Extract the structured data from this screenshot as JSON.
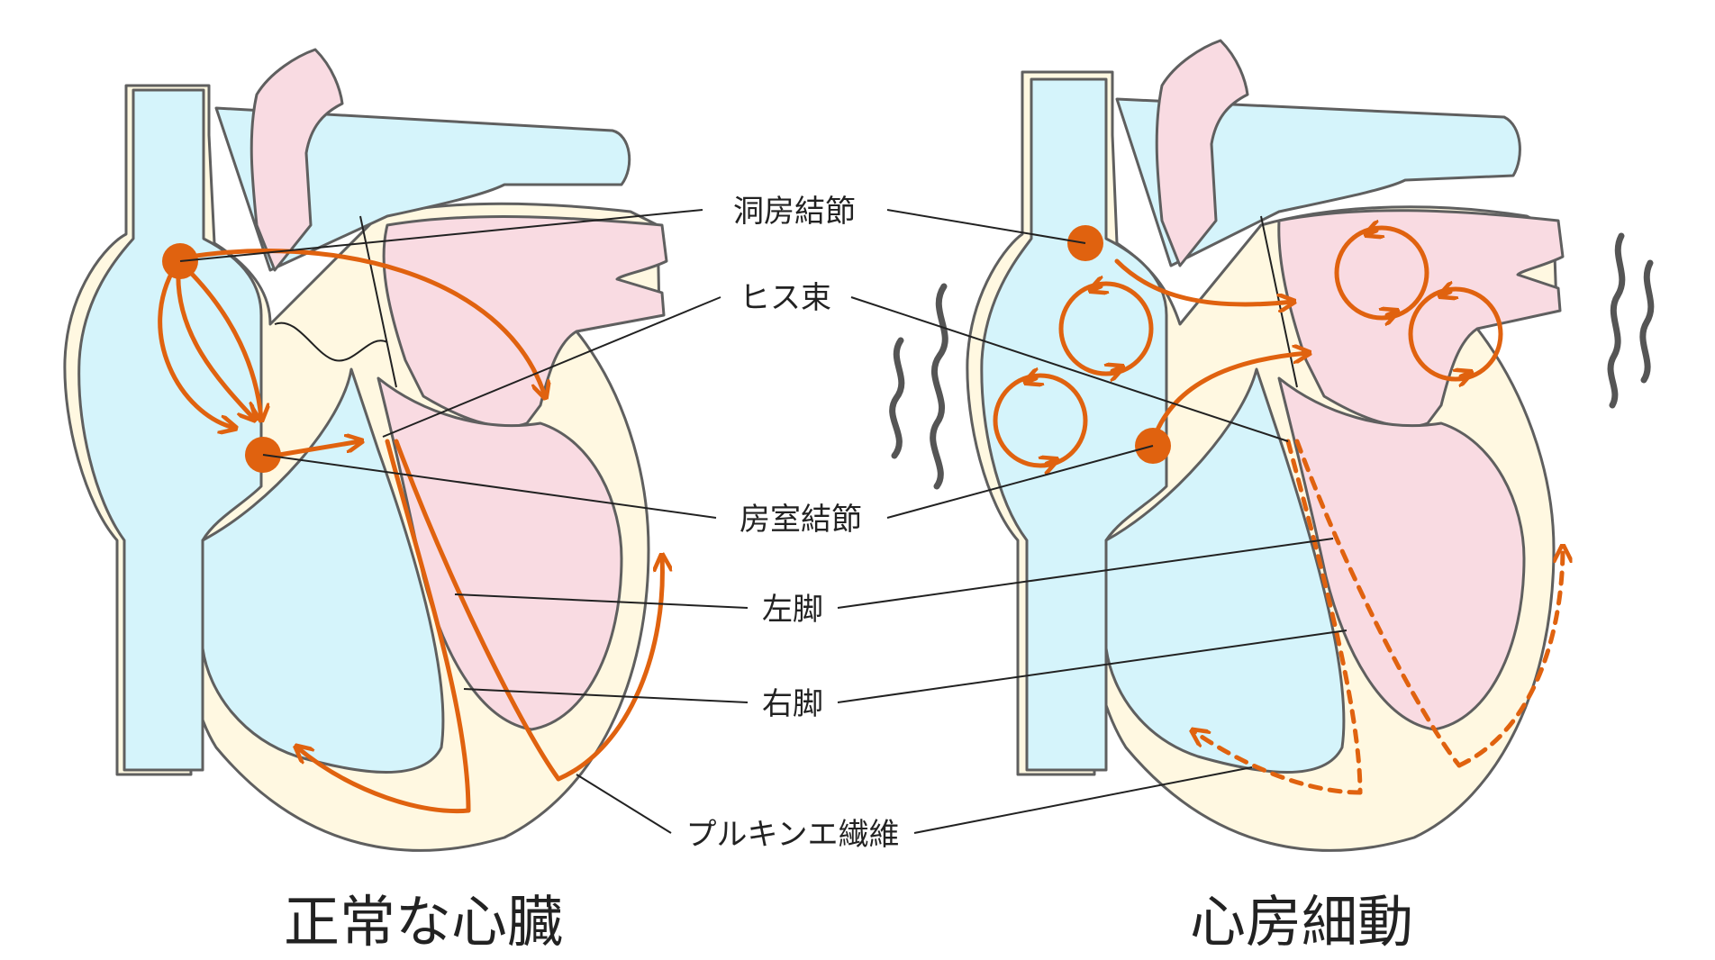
{
  "labels": {
    "sa_node": "洞房結節",
    "his_bundle": "ヒス束",
    "av_node": "房室結節",
    "left_bundle": "左脚",
    "right_bundle": "右脚",
    "purkinje": "プルキンエ繊維"
  },
  "titles": {
    "normal": "正常な心臓",
    "afib": "心房細動"
  },
  "colors": {
    "conduction": "#e0620f",
    "chamber_right": "#d5f4fb",
    "chamber_left": "#f9dbe2",
    "wall": "#fff8e1"
  }
}
